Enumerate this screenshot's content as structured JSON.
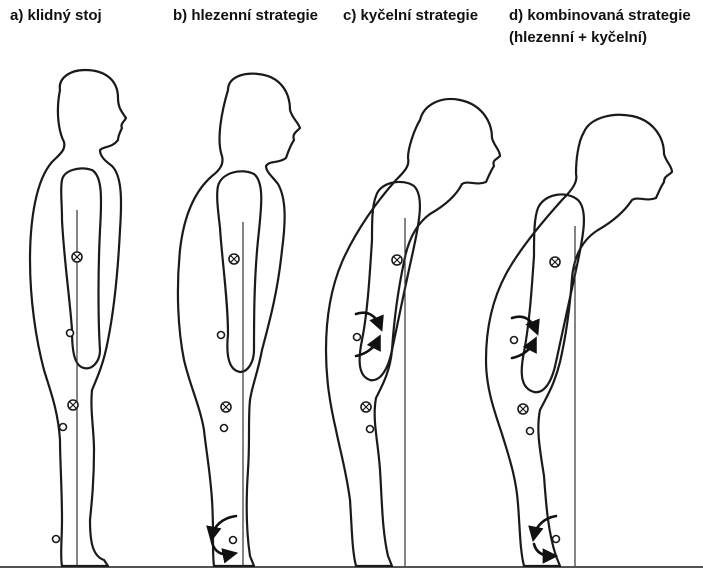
{
  "panels": [
    {
      "label": "a) klidný stoj"
    },
    {
      "label": "b) hlezenní strategie"
    },
    {
      "label": "c) kyčelní strategie"
    },
    {
      "label": "d) kombinovaná strategie",
      "label_line2": "(hlezenní + kyčelní)"
    }
  ]
}
